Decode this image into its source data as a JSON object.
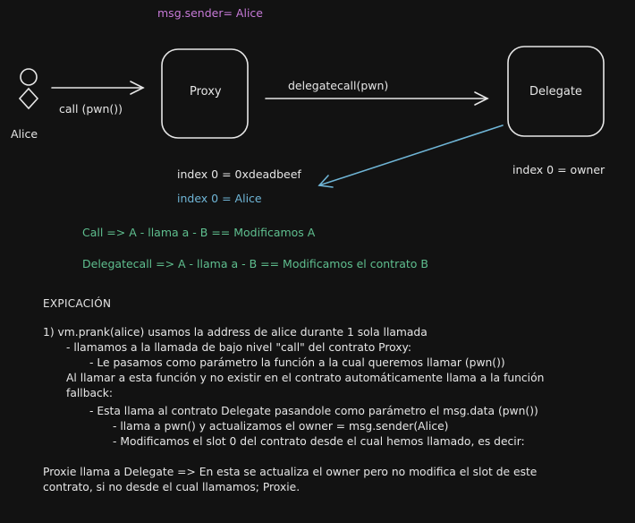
{
  "diagram": {
    "msg_sender": "msg.sender= Alice",
    "actor": {
      "name": "Alice"
    },
    "call_label": "call (pwn())",
    "proxy": {
      "label": "Proxy"
    },
    "delegatecall_label": "delegatecall(pwn)",
    "delegate": {
      "label": "Delegate",
      "storage": "index 0 = owner"
    },
    "proxy_storage": {
      "before": "index 0 = 0xdeadbeef",
      "after": "index 0 = Alice"
    },
    "call_note": "Call =>  A - llama a - B == Modificamos A",
    "delegatecall_note": "Delegatecall => A - llama a - B == Modificamos el contrato B",
    "colors": {
      "background": "#121212",
      "foreground": "#e6e6e6",
      "purple": "#c77ad8",
      "blue": "#6fb5d6",
      "green": "#5fbf8f"
    }
  },
  "explanation": {
    "title": "EXPICACIÓN",
    "lines": [
      "1) vm.prank(alice) usamos la address de alice durante 1 sola llamada",
      "- llamamos a la llamada de bajo nivel \"call\" del contrato Proxy:",
      "- Le pasamos como parámetro la función a la cual queremos llamar (pwn())",
      "Al llamar a esta función y no existir en el contrato automáticamente llama a la función",
      "fallback:",
      "- Esta llama al contrato Delegate pasandole como parámetro el msg.data (pwn())",
      "- llama a pwn() y actualizamos el owner = msg.sender(Alice)",
      "- Modificamos el slot 0 del contrato desde el cual hemos llamado, es decir:"
    ],
    "conclusion": [
      "Proxie llama a Delegate => En esta se actualiza el owner pero no modifica el slot de este",
      "contrato, si no desde el cual llamamos; Proxie."
    ]
  }
}
